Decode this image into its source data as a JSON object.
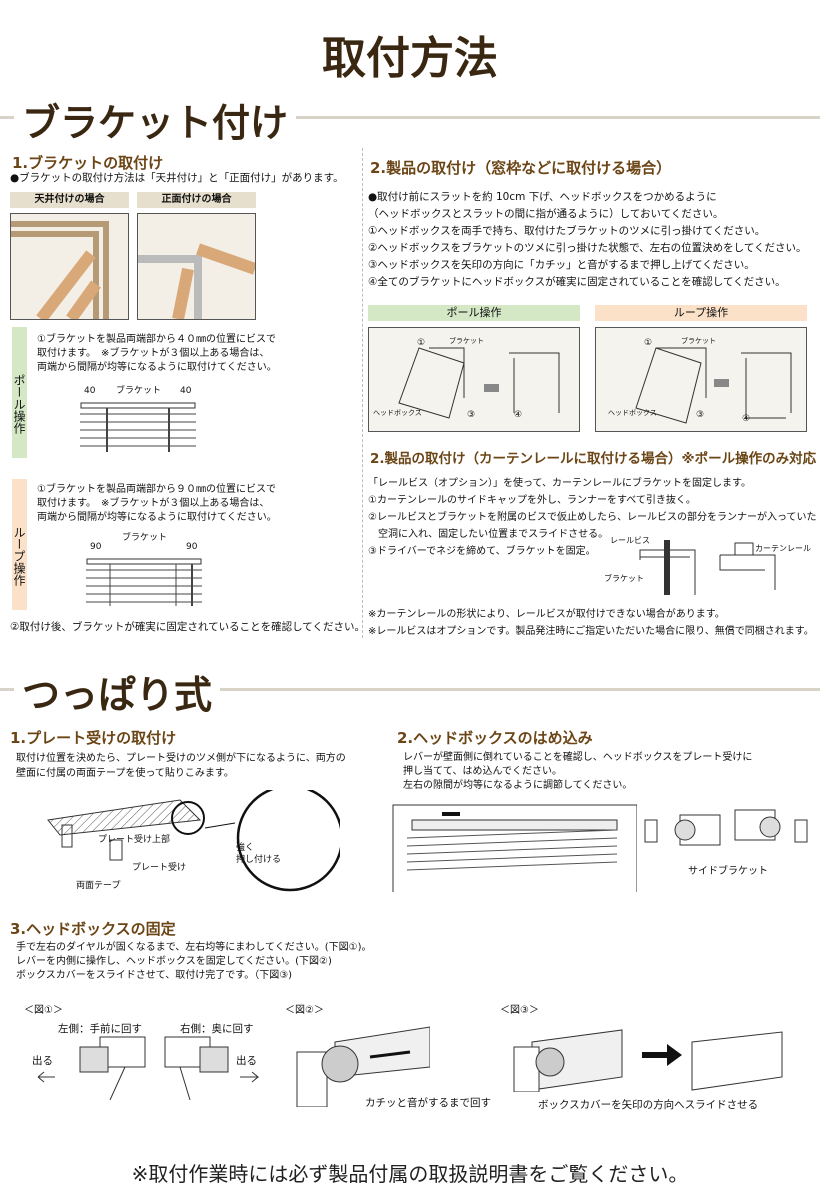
{
  "title": "取付方法",
  "bracket_section": {
    "heading": "ブラケット付け",
    "step1": {
      "heading": "1.ブラケットの取付け",
      "intro": "●ブラケットの取付け方法は「天井付け」と「正面付け」があります。",
      "ceiling_label": "天井付けの場合",
      "front_label": "正面付けの場合",
      "pole": {
        "side_label": "ポール操作",
        "lines": [
          "①ブラケットを製品両端部から４０㎜の位置にビスで",
          "取付けます。　※ブラケットが３個以上ある場合は、",
          "両端から間隔が均等になるように取付けてください。"
        ],
        "dim_left": "40",
        "dim_right": "40",
        "bracket_label": "ブラケット"
      },
      "loop": {
        "side_label": "ループ操作",
        "lines": [
          "①ブラケットを製品両端部から９０㎜の位置にビスで",
          "取付けます。　※ブラケットが３個以上ある場合は、",
          "両端から間隔が均等になるように取付けてください。"
        ],
        "dim_left": "90",
        "dim_right": "90",
        "bracket_label": "ブラケット"
      },
      "footer": "②取付け後、ブラケットが確実に固定されていることを確認してください。"
    },
    "step2": {
      "heading": "2.製品の取付け（窓枠などに取付ける場合）",
      "lines": [
        "●取付け前にスラットを約 10cm 下げ、ヘッドボックスをつかめるように",
        "（ヘッドボックスとスラットの間に指が通るように）しておいてください。",
        "①ヘッドボックスを両手で持ち、取付けたブラケットのツメに引っ掛けてください。",
        "②ヘッドボックスをブラケットのツメに引っ掛けた状態で、左右の位置決めをしてください。",
        "③ヘッドボックスを矢印の方向に「カチッ」と音がするまで押し上げてください。",
        "④全てのブラケットにヘッドボックスが確実に固定されていることを確認してください。"
      ],
      "pole_label": "ポール操作",
      "loop_label": "ループ操作",
      "diagram": {
        "bracket": "ブラケット",
        "headbox": "ヘッドボックス",
        "n1": "①",
        "n3": "③",
        "n4": "④"
      }
    },
    "step2b": {
      "heading": "2.製品の取付け（カーテンレールに取付ける場合）※ポール操作のみ対応",
      "lines": [
        "「レールビス（オプション）」を使って、カーテンレールにブラケットを固定します。",
        "①カーテンレールのサイドキャップを外し、ランナーをすべて引き抜く。",
        "②レールビスとブラケットを附属のビスで仮止めしたら、レールビスの部分をランナーが入っていた",
        "　空洞に入れ、固定したい位置までスライドさせる。",
        "③ドライバーでネジを締めて、ブラケットを固定。"
      ],
      "diagram": {
        "rail_screw": "レールビス",
        "bracket": "ブラケット",
        "curtain_rail": "カーテンレール"
      },
      "notes": [
        "※カーテンレールの形状により、レールビスが取付けできない場合があります。",
        "※レールビスはオプションです。製品発注時にご指定いただいた場合に限り、無償で同梱されます。"
      ]
    }
  },
  "tension_section": {
    "heading": "つっぱり式",
    "step1": {
      "heading": "1.プレート受けの取付け",
      "lines": [
        "取付け位置を決めたら、プレート受けのツメ側が下になるように、両方の",
        "壁面に付属の両面テープを使って貼りこみます。"
      ],
      "labels": {
        "top": "プレート受け上部",
        "plate": "プレート受け",
        "tape": "両面テープ",
        "press": "強く\n押し付ける"
      }
    },
    "step2": {
      "heading": "2.ヘッドボックスのはめ込み",
      "lines": [
        "レバーが壁面側に倒れていることを確認し、ヘッドボックスをプレート受けに",
        "押し当てて、はめ込んでください。",
        "左右の隙間が均等になるように調節してください。"
      ],
      "side_bracket": "サイドブラケット"
    },
    "step3": {
      "heading": "3.ヘッドボックスの固定",
      "lines": [
        "手で左右のダイヤルが固くなるまで、左右均等にまわしてください。(下図①)。",
        "レバーを内側に操作し、ヘッドボックスを固定してください。(下図②)",
        "ボックスカバーをスライドさせて、取付け完了です。（下図③)"
      ],
      "fig1": {
        "label": "＜図①＞",
        "left": "左側：手前に回す",
        "right": "右側：奥に回す",
        "out": "出る"
      },
      "fig2": {
        "label": "＜図②＞",
        "caption": "カチッと音がするまで回す"
      },
      "fig3": {
        "label": "＜図③＞",
        "caption": "ボックスカバーを矢印の方向へスライドさせる"
      }
    }
  },
  "bottom_note": "※取付作業時には必ず製品付属の取扱説明書をご覧ください。",
  "colors": {
    "heading": "#3a2712",
    "subheading": "#6b4516",
    "pole": "#d4e8c6",
    "loop": "#fbe1c8",
    "label_bg": "#e6dfcd"
  }
}
